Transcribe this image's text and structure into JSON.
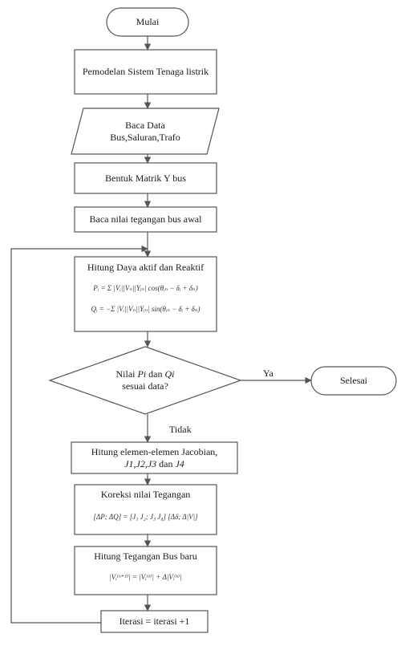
{
  "nodes": {
    "start": "Mulai",
    "modeling": "Pemodelan Sistem Tenaga listrik",
    "read_data_line1": "Baca Data",
    "read_data_line2": "Bus,Saluran,Trafo",
    "ybus": "Bentuk Matrik Y bus",
    "init_voltage": "Baca nilai tegangan bus awal",
    "power_calc_title": "Hitung Daya aktif dan Reaktif",
    "power_eq_p": "Pᵢ = Σ |Vᵢ||Vₙ||Yᵢₙ| cos(θᵢₙ − δᵢ + δₙ)",
    "power_eq_q": "Qᵢ = −Σ |Vᵢ||Vₙ||Yᵢₙ| sin(θᵢₙ − δᵢ + δₙ)",
    "decision_line1_a": "Nilai ",
    "decision_line1_pi": "Pi",
    "decision_line1_b": " dan ",
    "decision_line1_qi": "Qi",
    "decision_line2": "sesuai data?",
    "end": "Selesai",
    "jacobian_line1": "Hitung elemen-elemen Jacobian,",
    "jacobian_j1": "J1",
    "jacobian_j2": "J2",
    "jacobian_j3": "J3",
    "jacobian_and": " dan ",
    "jacobian_j4": "J4",
    "correction_title": "Koreksi nilai Tegangan",
    "correction_eq": "[ΔP; ΔQ] = [J₁ J₂; J₃ J₄] [Δδ; Δ|V|]",
    "new_voltage_title": "Hitung Tegangan Bus baru",
    "new_voltage_eq": "|Vᵢ⁽ᵏ⁺¹⁾| = |Vᵢ⁽ᵏ⁾| + Δ|Vᵢ⁽ᵏ⁾|",
    "iteration": "Iterasi = iterasi +1"
  },
  "edge_labels": {
    "yes": "Ya",
    "no": "Tidak"
  }
}
